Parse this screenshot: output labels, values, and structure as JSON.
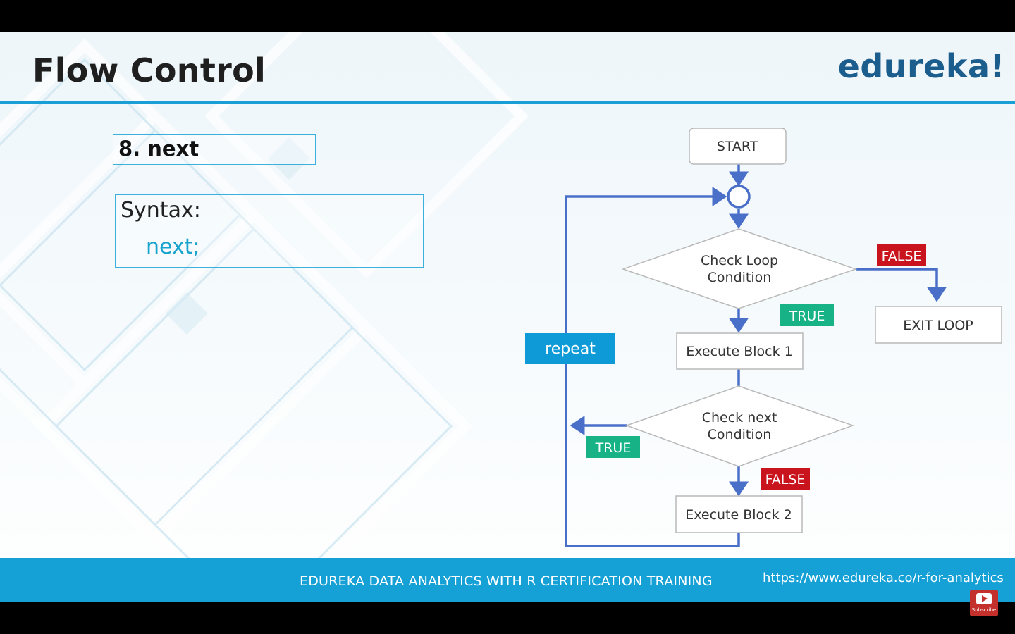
{
  "slide": {
    "title": "Flow Control",
    "logo": "edureka!",
    "heading": "8. next",
    "syntax_label": "Syntax:",
    "syntax_code": "next;"
  },
  "flowchart": {
    "start": "START",
    "check_loop": [
      "Check Loop",
      "Condition"
    ],
    "false_tag_1": "FALSE",
    "exit_loop": "EXIT LOOP",
    "true_tag_1": "TRUE",
    "execute_block_1": "Execute Block 1",
    "repeat": "repeat",
    "check_next": [
      "Check next",
      "Condition"
    ],
    "true_tag_2": "TRUE",
    "false_tag_2": "FALSE",
    "execute_block_2": "Execute Block 2"
  },
  "footer": {
    "title": "EDUREKA DATA ANALYTICS WITH R CERTIFICATION TRAINING",
    "url": "https://www.edureka.co/r-for-analytics"
  },
  "overlay": {
    "subscribe_label": "Subscribe"
  },
  "colors": {
    "accent_blue": "#199ed6",
    "arrow_blue": "#4a6fc9",
    "true_green": "#17b286",
    "false_red": "#c9141d",
    "logo_blue": "#1b5d8d"
  }
}
